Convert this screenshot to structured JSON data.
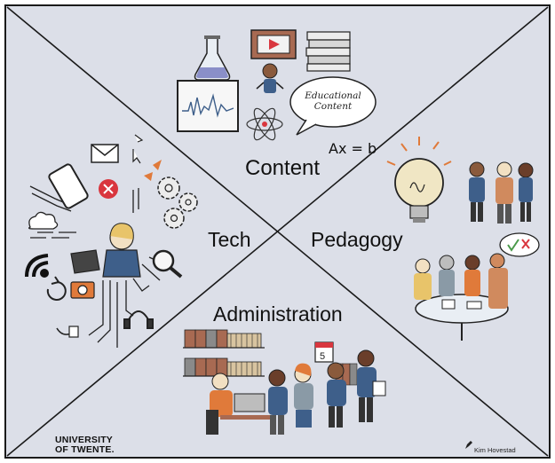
{
  "quadrants": {
    "content": "Content",
    "tech": "Tech",
    "pedagogy": "Pedagogy",
    "administration": "Administration"
  },
  "bubble": {
    "line1": "Educational",
    "line2": "Content"
  },
  "equation": "Ax = b",
  "logo": {
    "line1": "UNIVERSITY",
    "line2": "OF TWENTE."
  },
  "credit": "Kim Hovestad",
  "colors": {
    "background": "#dcdfe8",
    "border": "#1a1a1a",
    "accent_red": "#d9363e",
    "accent_orange": "#e07a3a",
    "book_brown": "#a86a52",
    "shirt_blue": "#3e5f8a"
  }
}
